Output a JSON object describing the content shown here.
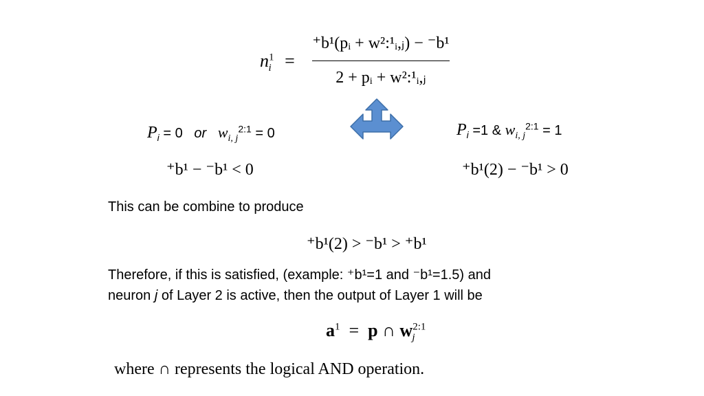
{
  "main_equation": {
    "lhs": "n",
    "lhs_sup": "1",
    "lhs_sub": "i",
    "equals": "=",
    "numerator_text": "⁺b¹(pᵢ + w²:¹ᵢ,ⱼ) − ⁻b¹",
    "denominator_text": "2 + pᵢ + w²:¹ᵢ,ⱼ"
  },
  "left_condition": {
    "p": "P",
    "p_sub": "i",
    "eq0": "= 0",
    "or": "or",
    "w": "w",
    "w_sub": "i, j",
    "w_sup": "2:1",
    "eq0b": "= 0"
  },
  "right_condition": {
    "p": "P",
    "p_sub": "i",
    "eq1": "=1 &",
    "w": "w",
    "w_sub": "i, j",
    "w_sup": "2:1",
    "eq1b": "= 1"
  },
  "left_inequality": "⁺b¹ − ⁻b¹ < 0",
  "right_inequality": "⁺b¹(2) − ⁻b¹ > 0",
  "combine_text": "This can be combine to produce",
  "combined_inequality": "⁺b¹(2) > ⁻b¹ > ⁺b¹",
  "therefore": {
    "line1_a": "Therefore, if this is satisfied, (example: ",
    "ex1": "⁺b¹=1",
    "and": " and ",
    "ex2": "⁻b¹=1.5",
    "line1_b": ") and",
    "line2_a": "neuron ",
    "line2_j": "j",
    "line2_b": " of Layer 2 is active, then the output of Layer 1 will be"
  },
  "output_equation": {
    "a": "a",
    "a_sup": "1",
    "eq": "=",
    "p": "p",
    "cap": "∩",
    "w": "w",
    "w_sup": "2:1",
    "w_sub": "j"
  },
  "caption": "where ∩ represents the logical AND operation.",
  "colors": {
    "arrow_fill": "#5b8fd1",
    "arrow_stroke": "#3c6ea8"
  }
}
